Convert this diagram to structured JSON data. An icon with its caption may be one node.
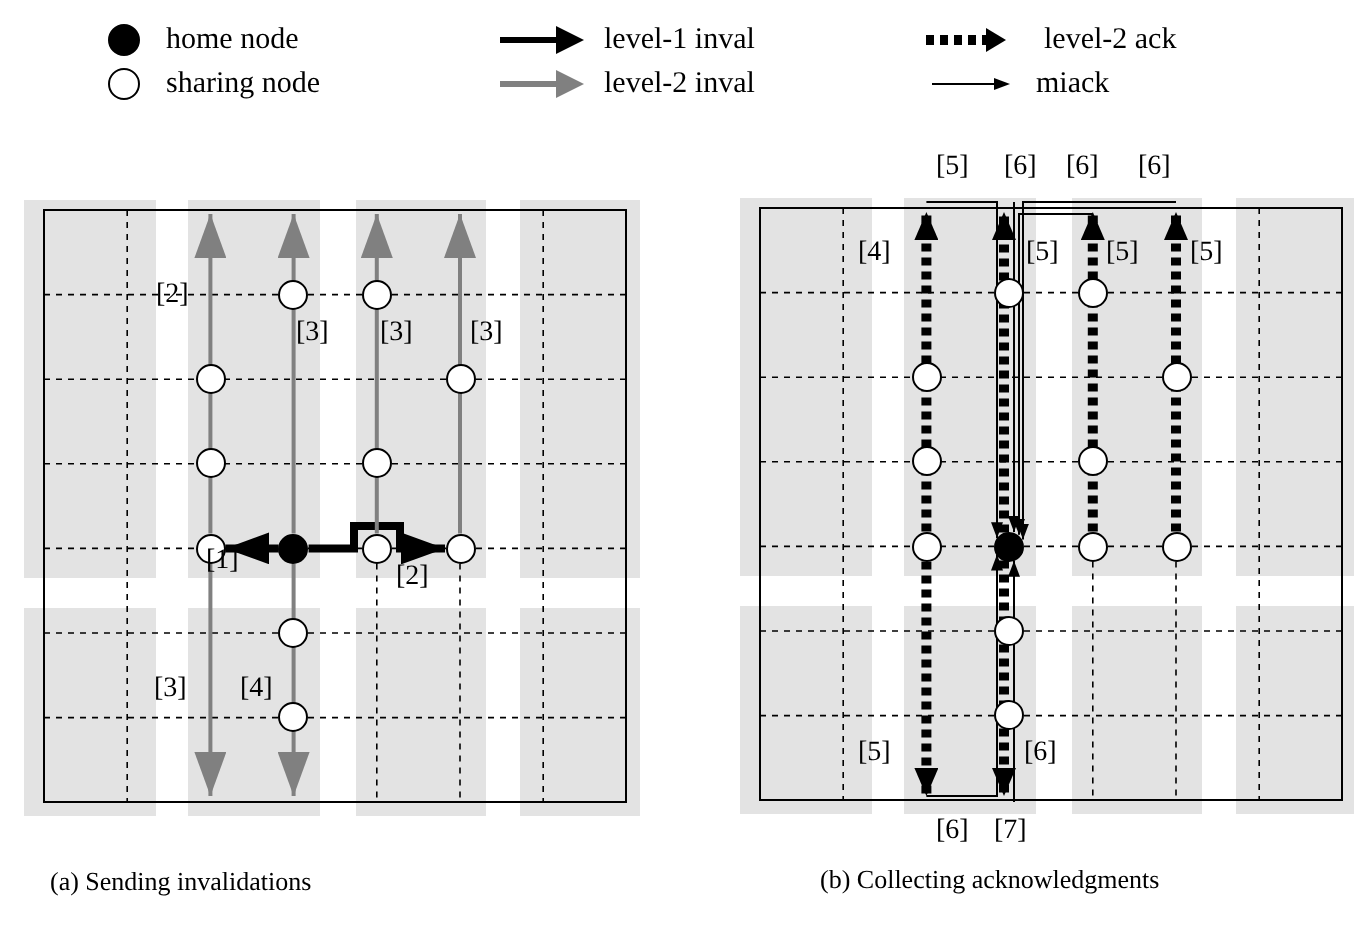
{
  "diagram": {
    "nodes": [
      {
        "text": [
          "(a) Sending invalidations"
        ]
      },
      {
        "text": [],
        "shape": "circle",
        "in": 0
      },
      {
        "text": [],
        "shape": "circle",
        "in": 0
      },
      {
        "text": [],
        "shape": "circle",
        "in": 0
      },
      {
        "text": [],
        "shape": "circle",
        "in": 0
      },
      {
        "text": [],
        "shape": "circle",
        "in": 0
      },
      {
        "text": [],
        "shape": "circle",
        "in": 0
      },
      {
        "text": [],
        "shape": "circle",
        "in": 0
      },
      {
        "text": [],
        "shape": "dot",
        "in": 0
      },
      {
        "text": [],
        "shape": "circle",
        "in": 0
      },
      {
        "text": [],
        "shape": "circle",
        "in": 0
      },
      {
        "text": [],
        "shape": "circle",
        "in": 0
      },
      {
        "text": [],
        "shape": "circle",
        "in": 0
      },
      {
        "text": [
          "(b) Collecting acknowledgments"
        ]
      },
      {
        "text": [],
        "shape": "circle",
        "in": 13
      },
      {
        "text": [],
        "shape": "circle",
        "in": 13
      },
      {
        "text": [],
        "shape": "circle",
        "in": 13
      },
      {
        "text": [],
        "shape": "circle",
        "in": 13
      },
      {
        "text": [],
        "shape": "circle",
        "in": 13
      },
      {
        "text": [],
        "shape": "circle",
        "in": 13
      },
      {
        "text": [],
        "shape": "circle",
        "in": 13
      },
      {
        "text": [],
        "shape": "dot",
        "in": 13
      },
      {
        "text": [],
        "shape": "circle",
        "in": 13
      },
      {
        "text": [],
        "shape": "circle",
        "in": 13
      },
      {
        "text": [],
        "shape": "circle",
        "in": 13
      },
      {
        "text": [],
        "shape": "circle",
        "in": 13
      }
    ],
    "edges": [
      {
        "from": 8,
        "to": 7,
        "arrow": "to",
        "label": "[1]",
        "style": "thick"
      },
      {
        "from": 8,
        "to": 10,
        "arrow": "to",
        "label": "[2]",
        "style": "thick"
      },
      {
        "from": 7,
        "to": null,
        "arrow": "to",
        "label": "[2]",
        "color": "#808080"
      },
      {
        "from": 7,
        "to": null,
        "arrow": "to",
        "label": "[3]",
        "color": "#808080"
      },
      {
        "from": 8,
        "to": null,
        "arrow": "to",
        "label": "[3]",
        "color": "#808080"
      },
      {
        "from": 8,
        "to": null,
        "arrow": "to",
        "label": "[4]",
        "color": "#808080"
      },
      {
        "from": 9,
        "to": null,
        "arrow": "to",
        "label": "[3]",
        "color": "#808080"
      },
      {
        "from": 10,
        "to": null,
        "arrow": "to",
        "label": "[3]",
        "color": "#808080"
      },
      {
        "from": 20,
        "to": null,
        "arrow": "to",
        "label": "[4]",
        "style": "dashed"
      },
      {
        "from": 21,
        "to": null,
        "arrow": "to",
        "label": "[5]",
        "style": "dashed"
      },
      {
        "from": 22,
        "to": null,
        "arrow": "to",
        "label": "[5]",
        "style": "dashed"
      },
      {
        "from": 23,
        "to": null,
        "arrow": "to",
        "label": "[5]",
        "style": "dashed"
      },
      {
        "from": 20,
        "to": null,
        "arrow": "to",
        "label": "[5]",
        "style": "dashed"
      },
      {
        "from": 21,
        "to": null,
        "arrow": "to",
        "label": "[6]",
        "style": "dashed"
      },
      {
        "from": null,
        "to": 21,
        "arrow": "to",
        "label": "[5]"
      },
      {
        "from": null,
        "to": 21,
        "arrow": "to",
        "label": "[6]"
      },
      {
        "from": null,
        "to": 21,
        "arrow": "to",
        "label": "[6]"
      },
      {
        "from": null,
        "to": 21,
        "arrow": "to",
        "label": "[6]"
      },
      {
        "from": null,
        "to": 21,
        "arrow": "to",
        "label": "[6]"
      },
      {
        "from": null,
        "to": 21,
        "arrow": "to",
        "label": "[7]"
      }
    ],
    "legend": [
      {
        "text": "home node"
      },
      {
        "text": "level-1 inval"
      },
      {
        "text": "level-2 ack"
      },
      {
        "text": "sharing node"
      },
      {
        "text": "level-2 inval"
      },
      {
        "text": "miack"
      }
    ]
  }
}
